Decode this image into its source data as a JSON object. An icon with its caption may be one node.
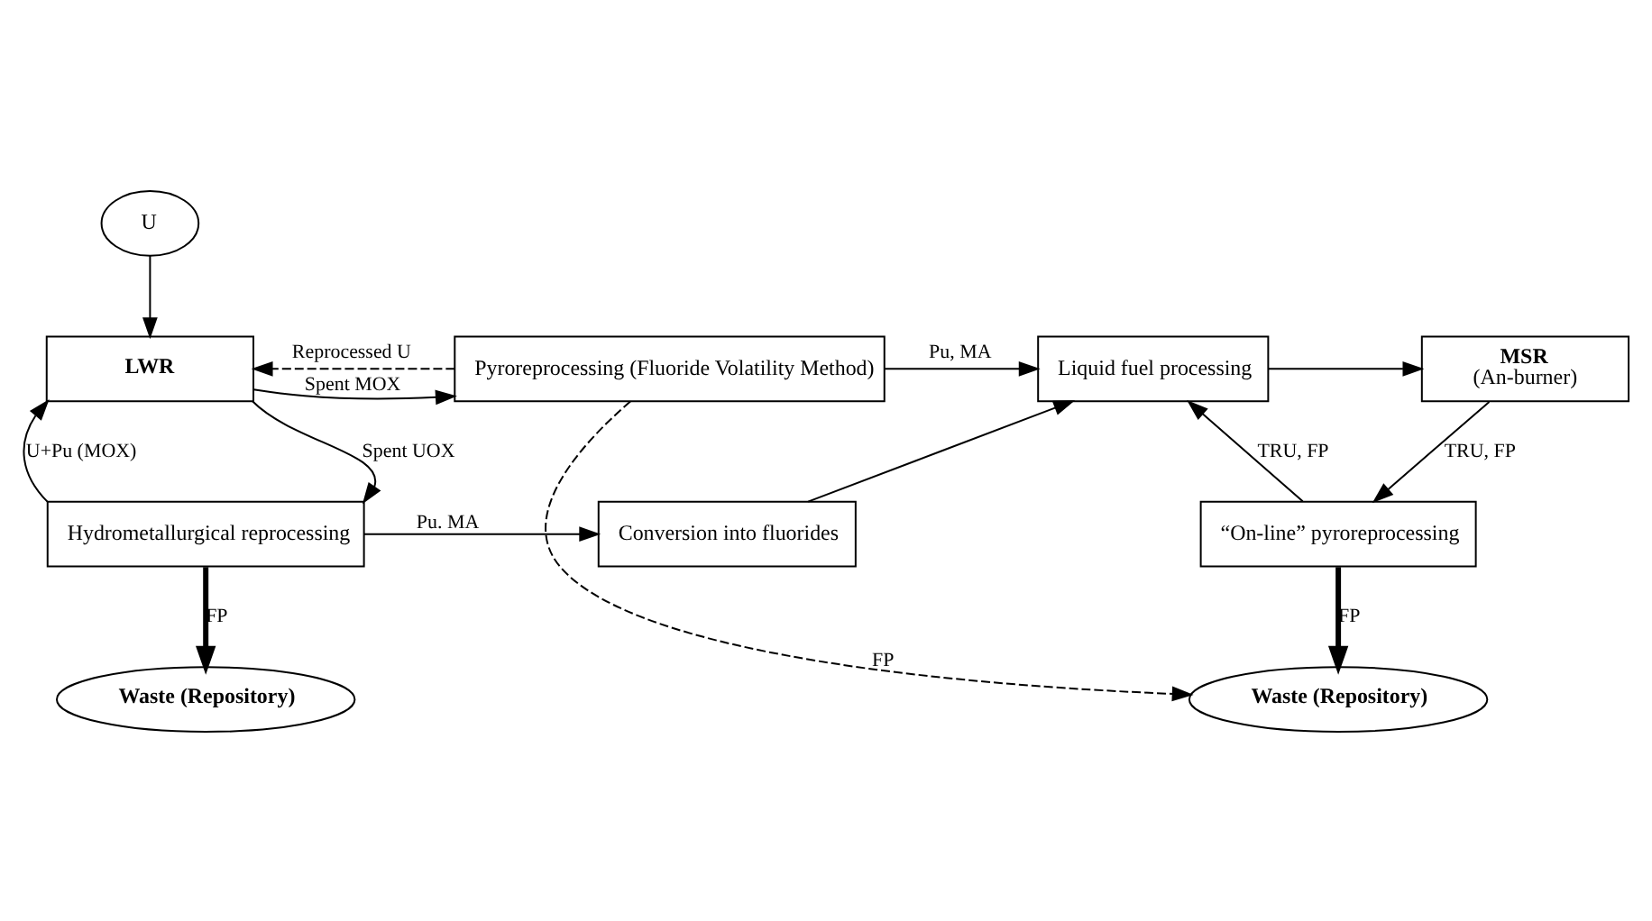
{
  "diagram": {
    "nodes": [
      {
        "text": [
          "U"
        ]
      },
      {
        "text": [
          "LWR"
        ]
      },
      {
        "text": [
          "Pyroreprocessing (Fluoride Volatility Method)"
        ]
      },
      {
        "text": [
          "Liquid fuel processing"
        ]
      },
      {
        "text": [
          "MSR",
          "(An-burner)"
        ]
      },
      {
        "text": [
          "Hydrometallurgical reprocessing"
        ]
      },
      {
        "text": [
          "Conversion into fluorides"
        ]
      },
      {
        "text": [
          "“On-line” pyroreprocessing"
        ]
      },
      {
        "text": [
          "Waste (Repository)"
        ]
      },
      {
        "text": [
          "Waste (Repository)"
        ]
      }
    ],
    "edges": [
      {
        "from": 0,
        "to": 1,
        "arrow": "to"
      },
      {
        "from": 2,
        "to": 1,
        "arrow": "to",
        "label": "Reprocessed U",
        "style": "dashed"
      },
      {
        "from": 1,
        "to": 2,
        "arrow": "to",
        "label": "Spent MOX"
      },
      {
        "from": 1,
        "to": 5,
        "arrow": "to",
        "label": "Spent UOX"
      },
      {
        "from": 5,
        "to": 1,
        "arrow": "to",
        "label": "U+Pu (MOX)"
      },
      {
        "from": 2,
        "to": 3,
        "arrow": "to",
        "label": "Pu, MA"
      },
      {
        "from": 5,
        "to": 6,
        "arrow": "to",
        "label": "Pu. MA"
      },
      {
        "from": 6,
        "to": 3,
        "arrow": "to"
      },
      {
        "from": 3,
        "to": 4,
        "arrow": "to"
      },
      {
        "from": 4,
        "to": 7,
        "arrow": "to",
        "label": "TRU, FP"
      },
      {
        "from": 7,
        "to": 3,
        "arrow": "to",
        "label": "TRU, FP"
      },
      {
        "from": 5,
        "to": 8,
        "arrow": "to",
        "label": "FP",
        "style": "thick"
      },
      {
        "from": 7,
        "to": 9,
        "arrow": "to",
        "label": "FP",
        "style": "thick"
      },
      {
        "from": 2,
        "to": 9,
        "arrow": "to",
        "label": "FP",
        "style": "dashed"
      }
    ]
  }
}
